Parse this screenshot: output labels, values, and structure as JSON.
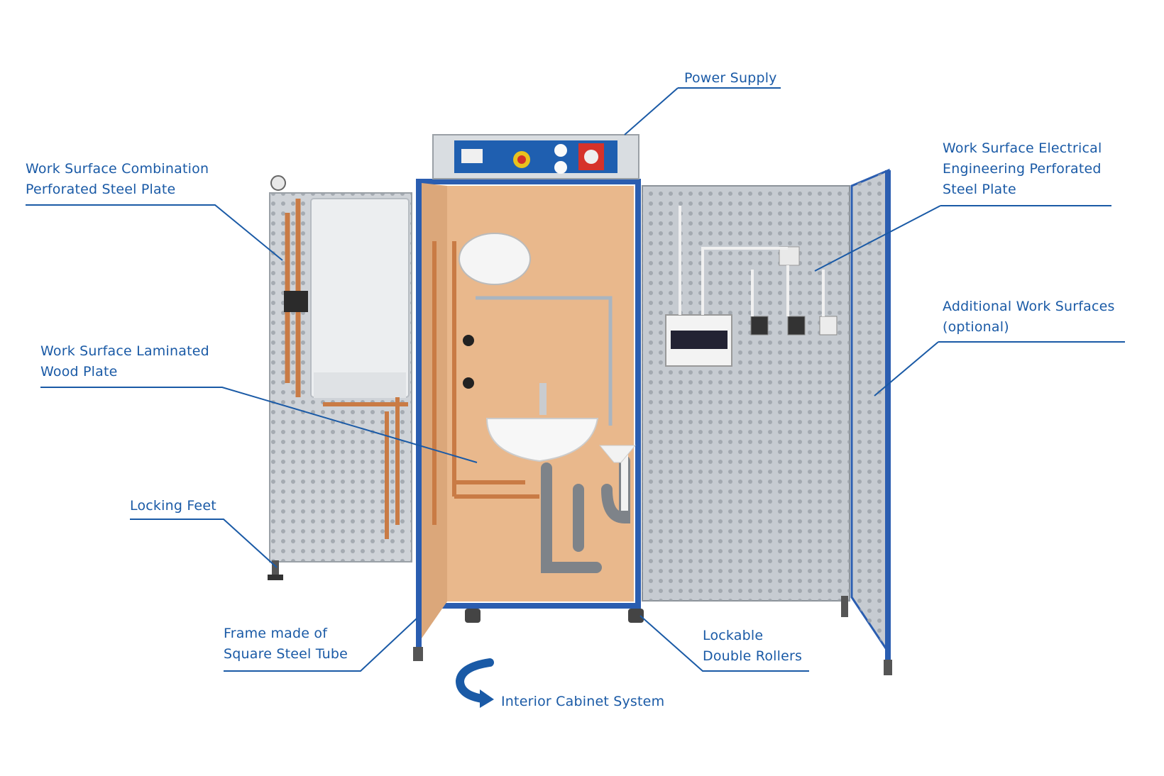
{
  "colors": {
    "accent": "#1a5aa6",
    "frame": "#2a5db0",
    "wood": "#e9b88c",
    "steel": "#cfd3d8"
  },
  "labels": {
    "power_supply": "Power Supply",
    "combination_plate": [
      "Work Surface Combination",
      "Perforated Steel Plate"
    ],
    "electrical_plate": [
      "Work Surface Electrical",
      "Engineering Perforated",
      "Steel Plate"
    ],
    "additional_surfaces": [
      "Additional Work Surfaces",
      "(optional)"
    ],
    "wood_plate": [
      "Work Surface Laminated",
      "Wood Plate"
    ],
    "locking_feet": "Locking Feet",
    "frame": [
      "Frame made of",
      "Square Steel Tube"
    ],
    "rollers": [
      "Lockable",
      "Double Rollers"
    ],
    "interior_cabinet": "Interior Cabinet System"
  }
}
